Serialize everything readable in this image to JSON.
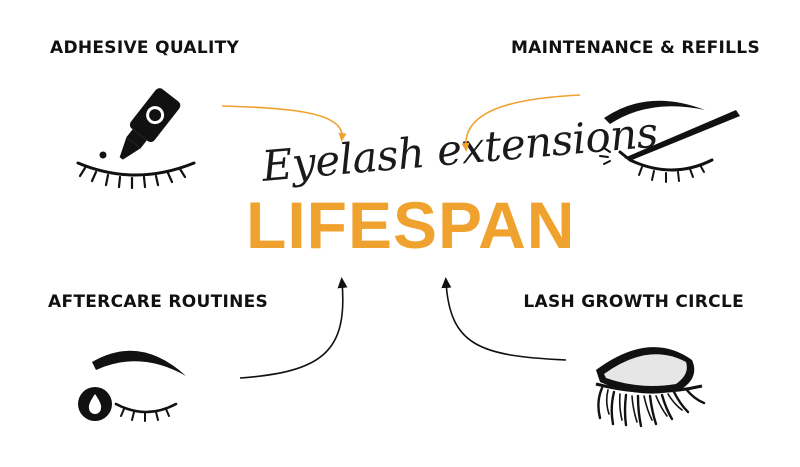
{
  "labels": {
    "adhesive": "ADHESIVE QUALITY",
    "maintenance": "MAINTENANCE & REFILLS",
    "aftercare": "AFTERCARE ROUTINES",
    "growth": "LASH GROWTH CIRCLE"
  },
  "title": {
    "script": "Eyelash extensions",
    "main": "LIFESPAN"
  },
  "colors": {
    "accent": "#f0a22e",
    "ink": "#111111"
  },
  "icons": {
    "adhesive": "glue-bottle-eye-icon",
    "maintenance": "tweezers-eye-icon",
    "aftercare": "water-drop-eye-icon",
    "growth": "lash-eye-icon"
  }
}
